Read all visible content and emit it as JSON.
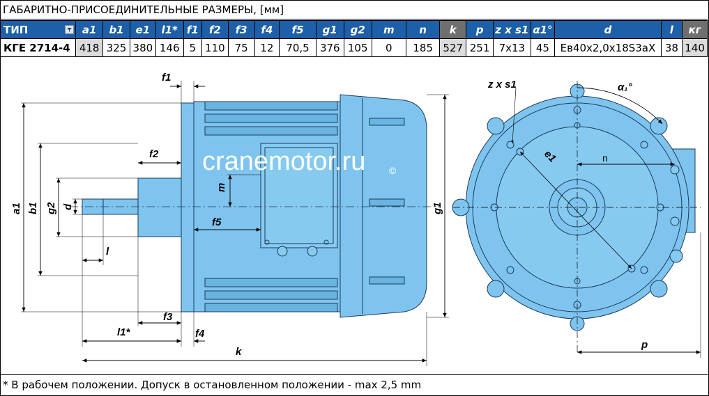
{
  "title": "ГАБАРИТНО-ПРИСОЕДИНИТЕЛЬНЫЕ РАЗМЕРЫ, [мм]",
  "table": {
    "type_header": "ТИП",
    "headers": [
      "a1",
      "b1",
      "e1",
      "l1*",
      "f1",
      "f2",
      "f3",
      "f4",
      "f5",
      "g1",
      "g2",
      "m",
      "n",
      "k",
      "p",
      "z x s1",
      "α1°",
      "d",
      "l",
      "кг"
    ],
    "type_value": "КГЕ 2714-4",
    "values": [
      "418",
      "325",
      "380",
      "146",
      "5",
      "110",
      "75",
      "12",
      "70,5",
      "376",
      "105",
      "0",
      "185",
      "527",
      "251",
      "7x13",
      "45",
      "Ев40x2,0x18S3aX",
      "38",
      "140"
    ]
  },
  "drawing": {
    "labels": {
      "f1": "f1",
      "f2": "f2",
      "f3": "f3",
      "f4": "f4",
      "f5": "f5",
      "m": "m",
      "a1": "a1",
      "b1": "b1",
      "g2": "g2",
      "d": "d",
      "l": "l",
      "l1": "l1*",
      "k": "k",
      "g1": "g1",
      "zxs1": "z x s1",
      "e1": "e1",
      "alpha": "α₁°",
      "n": "n",
      "p": "p"
    },
    "watermark": "cranemotor.ru",
    "copyright": "©",
    "motor_color": "#7ec4ee",
    "outline_color": "#1c3a5a"
  },
  "footer": "* В рабочем положении. Допуск в остановленном положении - max 2,5 mm"
}
